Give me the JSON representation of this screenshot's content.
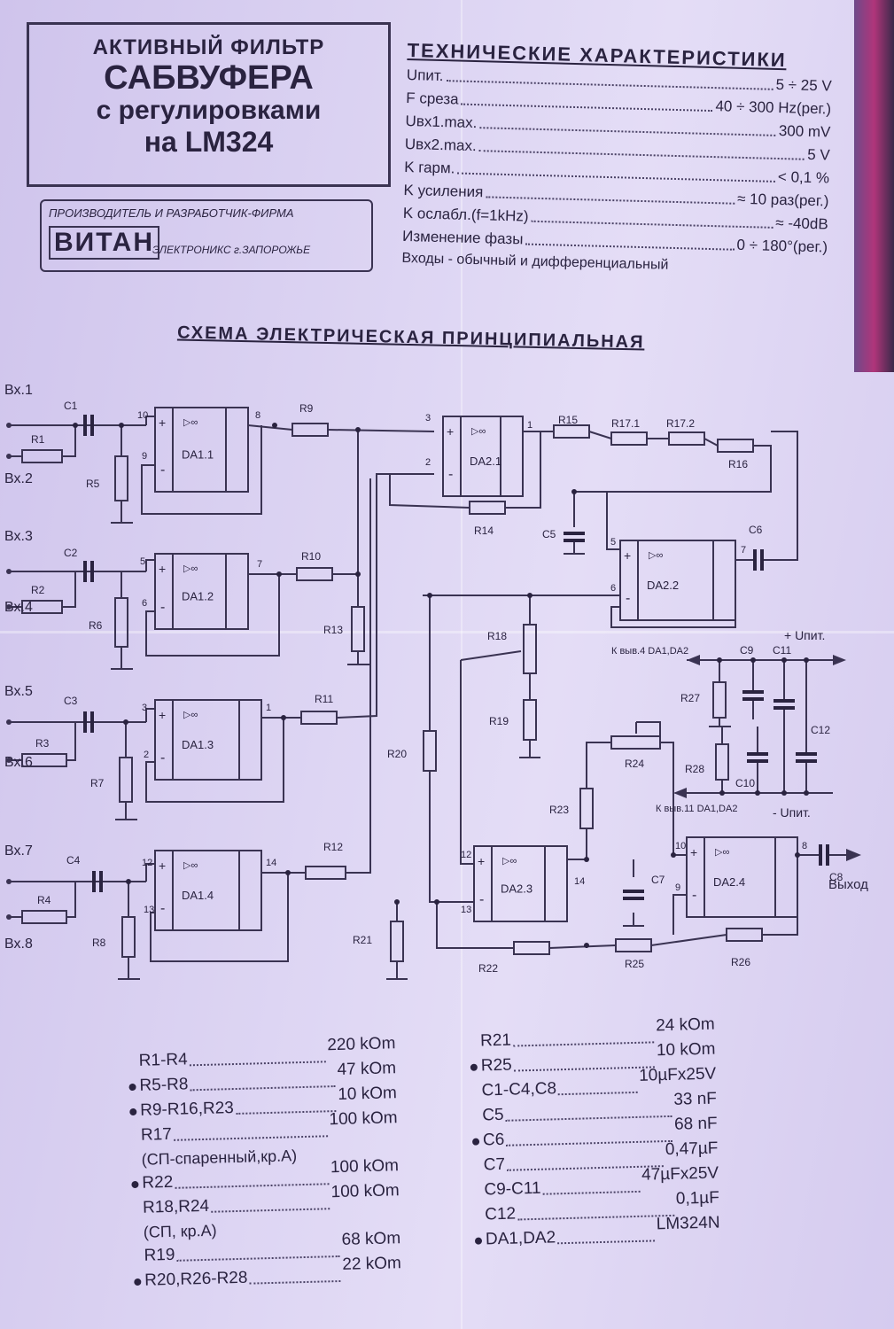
{
  "title_box": {
    "line1": "АКТИВНЫЙ ФИЛЬТР",
    "line2": "САБВУФЕРА",
    "line3": "с регулировками",
    "line4": "на LM324"
  },
  "logo": {
    "top": "ПРОИЗВОДИТЕЛЬ И РАЗРАБОТЧИК-ФИРМА",
    "name": "ВИТАН",
    "sub": "ЭЛЕКТРОНИКС г.ЗАПОРОЖЬЕ"
  },
  "specs": {
    "heading": "ТЕХНИЧЕСКИЕ ХАРАКТЕРИСТИКИ",
    "items": [
      {
        "label": "Uпит.",
        "value": "5 ÷ 25 V"
      },
      {
        "label": "F среза",
        "value": "40 ÷ 300 Hz(рег.)"
      },
      {
        "label": "Uвх1.max.",
        "value": "300 mV"
      },
      {
        "label": "Uвх2.max.",
        "value": "5 V"
      },
      {
        "label": "K гарм.",
        "value": "< 0,1 %"
      },
      {
        "label": "K усиления",
        "value": "≈ 10 раз(рег.)"
      },
      {
        "label": "K ослабл.(f=1kHz)",
        "value": "≈ -40dB"
      },
      {
        "label": "Изменение фазы",
        "value": "0 ÷ 180°(рег.)"
      }
    ],
    "inputs": "Входы - обычный и дифференциальный"
  },
  "schematic": {
    "title": "СХЕМА ЭЛЕКТРИЧЕСКАЯ ПРИНЦИПИАЛЬНАЯ",
    "inputs": [
      "Вх.1",
      "Вх.2",
      "Вх.3",
      "Вх.4",
      "Вх.5",
      "Вх.6",
      "Вх.7",
      "Вх.8"
    ],
    "opamps": [
      "DA1.1",
      "DA1.2",
      "DA1.3",
      "DA1.4",
      "DA2.1",
      "DA2.2",
      "DA2.3",
      "DA2.4"
    ],
    "opamp_symbol": "▷∞",
    "resistors": [
      "R1",
      "R2",
      "R3",
      "R4",
      "R5",
      "R6",
      "R7",
      "R8",
      "R9",
      "R10",
      "R11",
      "R12",
      "R13",
      "R14",
      "R15",
      "R16",
      "R17.1",
      "R17.2",
      "R18",
      "R19",
      "R20",
      "R21",
      "R22",
      "R23",
      "R24",
      "R25",
      "R26",
      "R27",
      "R28"
    ],
    "capacitors": [
      "C1",
      "C2",
      "C3",
      "C4",
      "C5",
      "C6",
      "C7",
      "C8",
      "C9",
      "C10",
      "C11",
      "C12"
    ],
    "pins": [
      "10",
      "9",
      "8",
      "5",
      "6",
      "7",
      "3",
      "2",
      "1",
      "12",
      "13",
      "14",
      "3",
      "2",
      "1",
      "5",
      "6",
      "7",
      "12",
      "13",
      "14",
      "10",
      "9",
      "8"
    ],
    "power_plus": "+ Uпит.",
    "power_minus": "- Uпит.",
    "pin4_note": "К выв.4 DA1,DA2",
    "pin11_note": "К выв.11 DA1,DA2",
    "output": "Выход",
    "plus": "+"
  },
  "parts_left": [
    {
      "ref": "R1-R4",
      "value": "220 kOm",
      "marked": false
    },
    {
      "ref": "R5-R8",
      "value": "47 kOm",
      "marked": true
    },
    {
      "ref": "R9-R16,R23",
      "value": "10  kOm",
      "marked": true
    },
    {
      "ref": "R17",
      "value": "100 kOm",
      "marked": false,
      "note": "(СП-спаренный,кр.А)"
    },
    {
      "ref": "R22",
      "value": "100 kOm",
      "marked": true
    },
    {
      "ref": "R18,R24",
      "value": "100 kOm",
      "marked": false,
      "note": "(СП, кр.А)"
    },
    {
      "ref": "R19",
      "value": "68 kOm",
      "marked": false
    },
    {
      "ref": "R20,R26-R28",
      "value": "22 kOm",
      "marked": true
    }
  ],
  "parts_right": [
    {
      "ref": "R21",
      "value": "24 kOm",
      "marked": false
    },
    {
      "ref": "R25",
      "value": "10 kOm",
      "marked": true
    },
    {
      "ref": "C1-C4,C8",
      "value": "10µFx25V",
      "marked": false
    },
    {
      "ref": "C5",
      "value": "33 nF",
      "marked": false
    },
    {
      "ref": "C6",
      "value": "68 nF",
      "marked": true
    },
    {
      "ref": "C7",
      "value": "0,47µF",
      "marked": false
    },
    {
      "ref": "C9-C11",
      "value": "47µFx25V",
      "marked": false
    },
    {
      "ref": "C12",
      "value": "0,1µF",
      "marked": false
    },
    {
      "ref": "DA1,DA2",
      "value": "LM324N",
      "marked": true
    }
  ]
}
